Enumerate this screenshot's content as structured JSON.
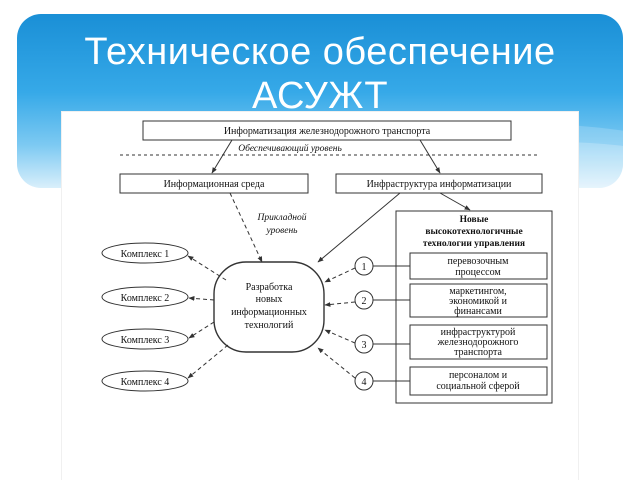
{
  "slide": {
    "title_line1": "Техническое обеспечение",
    "title_line2": "АСУЖТ"
  },
  "diagram": {
    "top_box": "Информатизация железнодорожного транспорта",
    "support_level": "Обеспечивающий уровень",
    "info_env": "Информационная среда",
    "infra": "Инфраструктура информатизации",
    "applied_level_1": "Прикладной",
    "applied_level_2": "уровень",
    "center_lines": [
      "Разработка",
      "новых",
      "информационных",
      "технологий"
    ],
    "complexes": [
      "Комплекс 1",
      "Комплекс 2",
      "Комплекс 3",
      "Комплекс 4"
    ],
    "numbers": [
      "1",
      "2",
      "3",
      "4"
    ],
    "right_header": [
      "Новые",
      "высокотехнологичные",
      "технологии управления"
    ],
    "right_items": [
      [
        "перевозочным",
        "процессом"
      ],
      [
        "маркетингом,",
        "экономикой и",
        "финансами"
      ],
      [
        "инфраструктурой",
        "железнодорожного",
        "транспорта"
      ],
      [
        "персоналом и",
        "социальной сферой"
      ]
    ],
    "colors": {
      "banner_top": "#1a8fd6",
      "banner_bottom": "#d9effb",
      "line": "#333333"
    }
  }
}
